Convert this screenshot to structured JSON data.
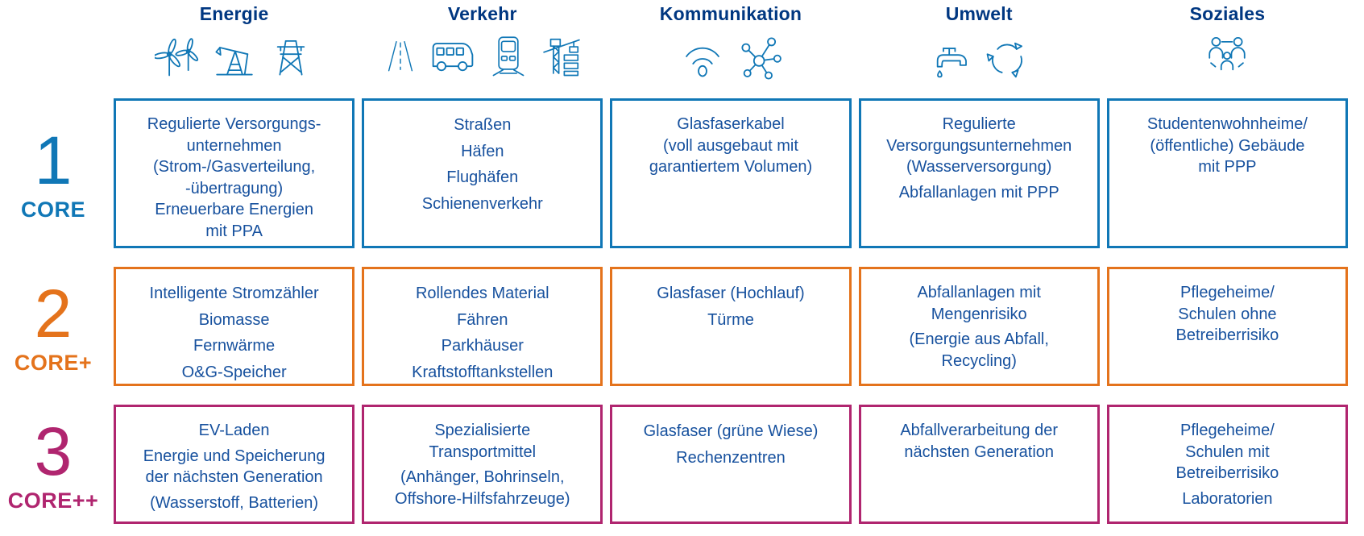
{
  "palette": {
    "header_text": "#003781",
    "cell_text": "#17519E",
    "icon_blue": "#1077B6",
    "core_blue": "#1077B6",
    "core_plus_orange": "#E4731C",
    "core_plus_plus_magenta": "#B0256F"
  },
  "columns": [
    {
      "label": "Energie",
      "icons": [
        "wind-turbine-icon",
        "oil-pump-icon",
        "power-tower-icon"
      ]
    },
    {
      "label": "Verkehr",
      "icons": [
        "road-icon",
        "bus-icon",
        "train-icon",
        "crane-icon"
      ]
    },
    {
      "label": "Kommunikation",
      "icons": [
        "wifi-icon",
        "network-icon"
      ]
    },
    {
      "label": "Umwelt",
      "icons": [
        "water-tap-icon",
        "recycling-icon"
      ]
    },
    {
      "label": "Soziales",
      "icons": [
        "people-icon"
      ]
    }
  ],
  "rows": [
    {
      "number": "1",
      "label": "CORE",
      "color": "#1077B6",
      "cells": [
        {
          "items": [
            "Regulierte Versorgungs-\nunternehmen\n(Strom-/Gasverteilung,\n-übertragung)\nErneuerbare Energien\nmit PPA"
          ]
        },
        {
          "items": [
            "Straßen",
            "Häfen",
            "Flughäfen",
            "Schienenverkehr"
          ]
        },
        {
          "items": [
            "Glasfaserkabel\n(voll ausgebaut mit\ngarantiertem Volumen)"
          ]
        },
        {
          "items": [
            "Regulierte\nVersorgungsunternehmen\n(Wasserversorgung)",
            "Abfallanlagen mit PPP"
          ]
        },
        {
          "items": [
            "Studentenwohnheime/\n(öffentliche) Gebäude\nmit PPP"
          ]
        }
      ]
    },
    {
      "number": "2",
      "label": "CORE+",
      "color": "#E4731C",
      "cells": [
        {
          "items": [
            "Intelligente Stromzähler",
            "Biomasse",
            "Fernwärme",
            "O&G-Speicher"
          ]
        },
        {
          "items": [
            "Rollendes Material",
            "Fähren",
            "Parkhäuser",
            "Kraftstofftankstellen"
          ]
        },
        {
          "items": [
            "Glasfaser (Hochlauf)",
            "Türme"
          ]
        },
        {
          "items": [
            "Abfallanlagen mit\nMengenrisiko",
            "(Energie aus Abfall,\nRecycling)"
          ]
        },
        {
          "items": [
            "Pflegeheime/\nSchulen ohne\nBetreiberrisiko"
          ]
        }
      ]
    },
    {
      "number": "3",
      "label": "CORE++",
      "color": "#B0256F",
      "cells": [
        {
          "items": [
            "EV-Laden",
            "Energie und Speicherung\nder nächsten Generation",
            "(Wasserstoff, Batterien)"
          ]
        },
        {
          "items": [
            "Spezialisierte\nTransportmittel",
            "(Anhänger, Bohrinseln,\nOffshore-Hilfsfahrzeuge)"
          ]
        },
        {
          "items": [
            "Glasfaser (grüne Wiese)",
            "Rechenzentren"
          ]
        },
        {
          "items": [
            "Abfallverarbeitung der\nnächsten Generation"
          ]
        },
        {
          "items": [
            "Pflegeheime/\nSchulen mit\nBetreiberrisiko",
            "Laboratorien"
          ]
        }
      ]
    }
  ]
}
